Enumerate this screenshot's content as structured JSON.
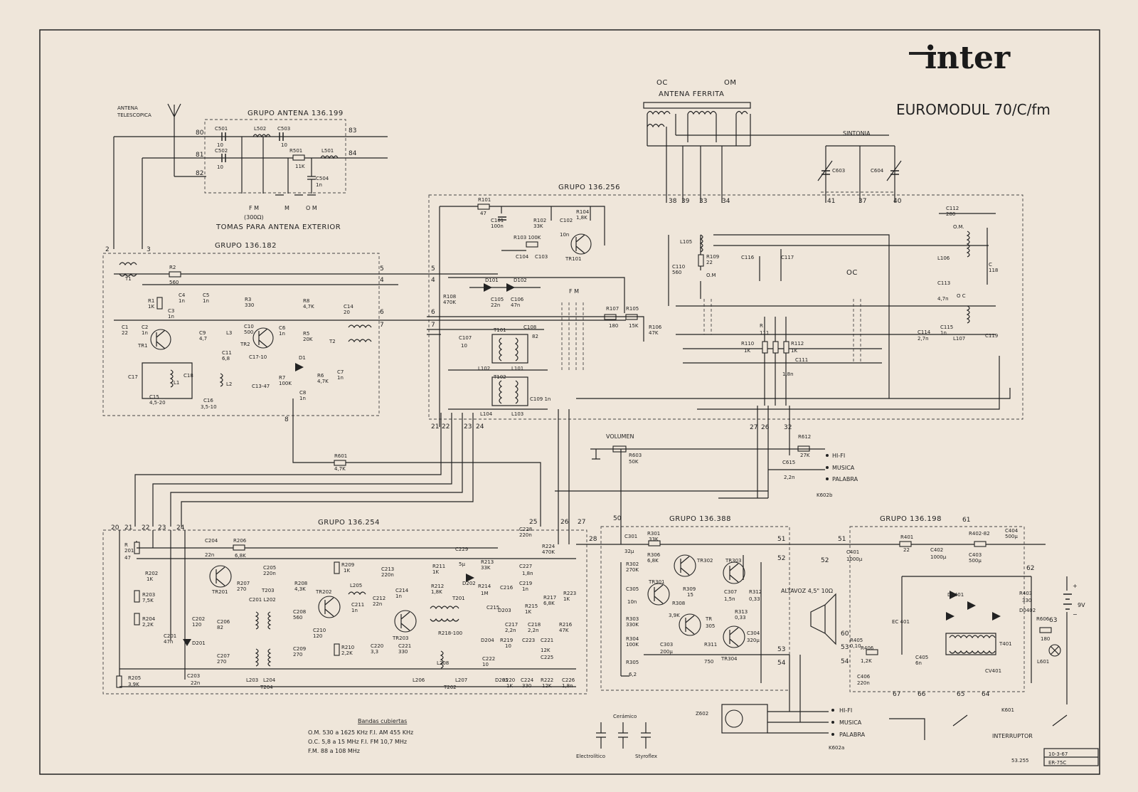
{
  "header": {
    "logo": "inter",
    "model": "EUROMODUL 70/C/fm"
  },
  "groups": {
    "antenna": "GRUPO ANTENA 136.199",
    "g182": "GRUPO 136.182",
    "g256": "GRUPO 136.256",
    "g254": "GRUPO 136.254",
    "g388": "GRUPO 136.388",
    "g198": "GRUPO 136.198"
  },
  "labels": {
    "antena": "ANTENA",
    "telescopica": "TELESCOPICA",
    "ferrita": "ANTENA FERRITA",
    "oc": "OC",
    "om": "OM",
    "sintonia": "SINTONIA",
    "tomas": "TOMAS PARA ANTENA EXTERIOR",
    "fm300": "(300Ω)",
    "volumen": "VOLUMEN",
    "hifi": "HI-FI",
    "musica": "MUSICA",
    "palabra": "PALABRA",
    "k602b": "K602b",
    "k602a": "K602a",
    "altavoz": "ALTAVOZ 4,5\" 10Ω",
    "interruptor": "INTERRUPTOR",
    "bat": "9V",
    "k601": "K601",
    "ec401": "EC 401",
    "z602": "Z602",
    "ceramico": "Cerámico",
    "electrolitico": "Electrolítico",
    "styroflex": "Styroflex",
    "code": "53.255",
    "date": "10-3-67",
    "ref": "ER-75C"
  },
  "bands": {
    "title": "Bandas cubiertas",
    "rows": [
      "O.M.  530 a 1625 KHz     F.I. AM   455 KHz",
      "O.C.  5,8 a  15 MHz      F.I. FM   10,7 MHz",
      "F.M.  88 a 108 MHz"
    ]
  }
}
